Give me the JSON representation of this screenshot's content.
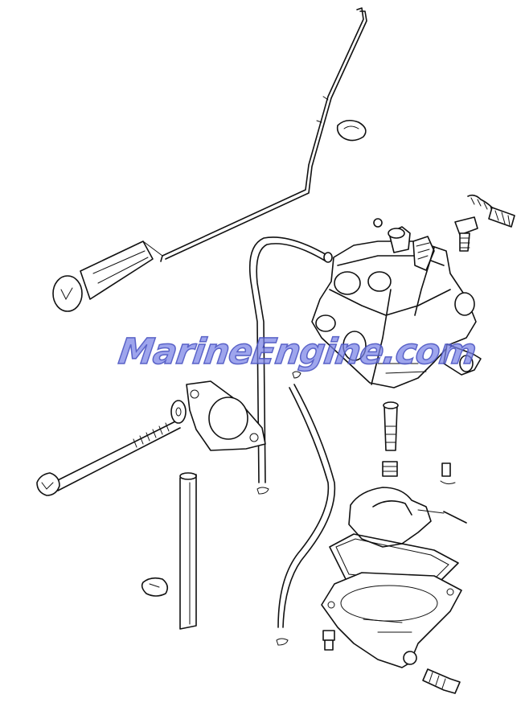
{
  "watermark": {
    "text": "MarineEngine.com",
    "color": "#7c84e6"
  },
  "diagram": {
    "parts": [
      "choke-rod",
      "rod-clip",
      "choke-knob",
      "fuel-hose-upper",
      "carburetor-body",
      "idle-screw",
      "throttle-stop-screw",
      "gasket",
      "mounting-bolt",
      "washer",
      "vent-tube",
      "hose-clamp",
      "drain-hose",
      "main-jet-nozzle",
      "main-jet",
      "float",
      "float-pin",
      "float-chamber-gasket",
      "float-bowl",
      "bowl-screw",
      "drain-screw"
    ]
  }
}
